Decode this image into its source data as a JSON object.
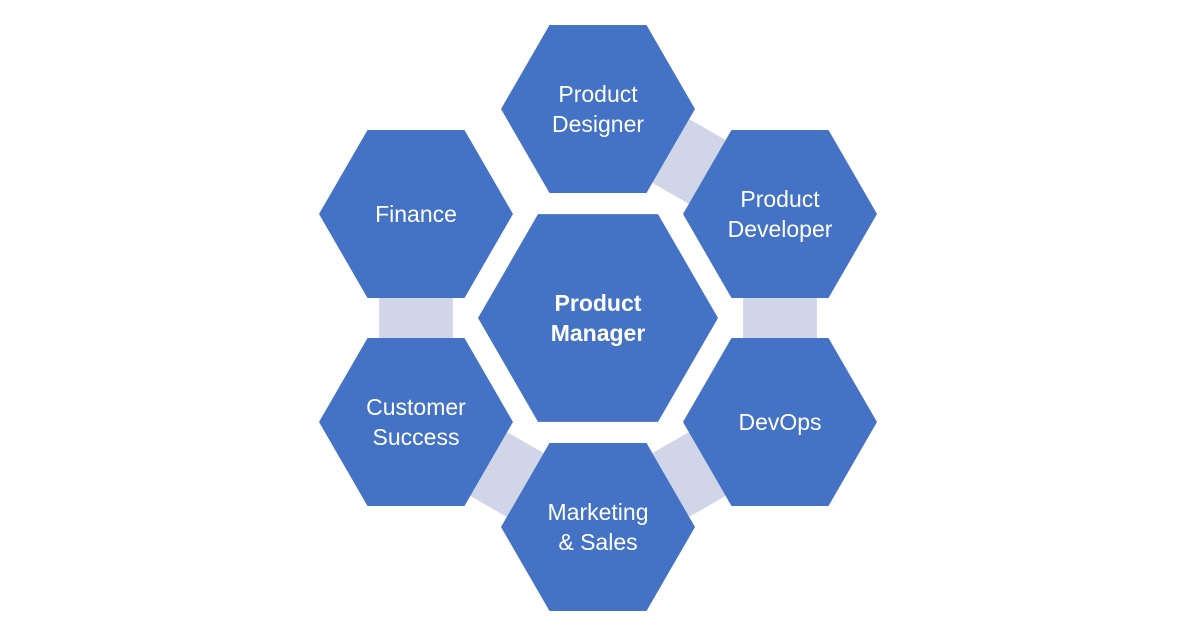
{
  "colors": {
    "hexagon_fill": "#4472c4",
    "connector_fill": "#d0d6e8",
    "label_text": "#ffffff",
    "background": "#ffffff"
  },
  "hexagons": [
    {
      "id": "product-manager",
      "lines": [
        "Product",
        "Manager"
      ],
      "bold": true
    },
    {
      "id": "product-designer",
      "lines": [
        "Product",
        "Designer"
      ],
      "bold": false
    },
    {
      "id": "product-developer",
      "lines": [
        "Product",
        "Developer"
      ],
      "bold": false
    },
    {
      "id": "devops",
      "lines": [
        "DevOps"
      ],
      "bold": false
    },
    {
      "id": "marketing-sales",
      "lines": [
        "Marketing",
        "& Sales"
      ],
      "bold": false
    },
    {
      "id": "customer-success",
      "lines": [
        "Customer",
        "Success"
      ],
      "bold": false
    },
    {
      "id": "finance",
      "lines": [
        "Finance"
      ],
      "bold": false
    }
  ],
  "connectors": [
    {
      "from": "product-designer",
      "to": "product-developer"
    },
    {
      "from": "product-developer",
      "to": "devops"
    },
    {
      "from": "devops",
      "to": "marketing-sales"
    },
    {
      "from": "marketing-sales",
      "to": "customer-success"
    },
    {
      "from": "customer-success",
      "to": "finance"
    }
  ]
}
